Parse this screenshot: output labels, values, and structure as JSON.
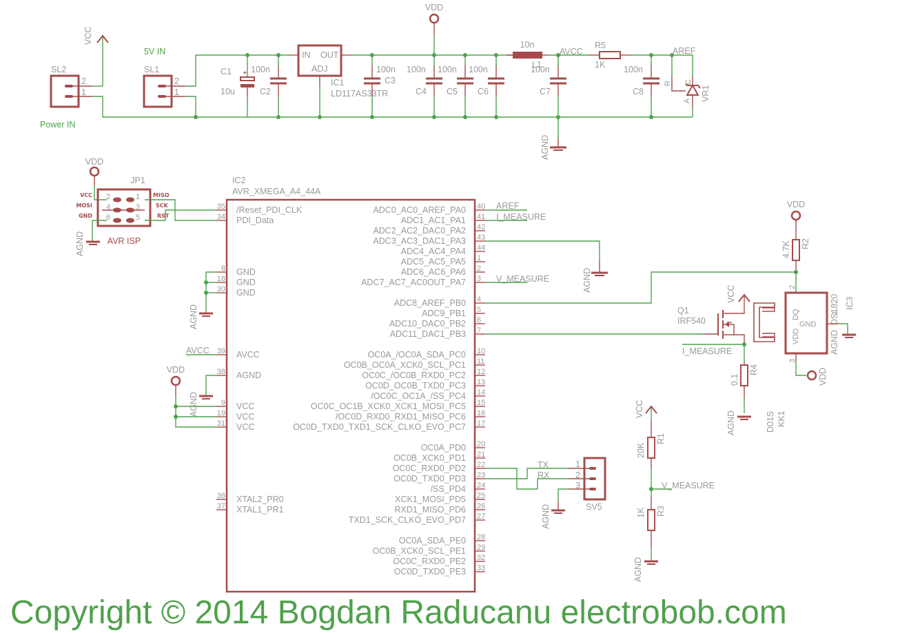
{
  "schematic": {
    "copyright": "Copyright © 2014 Bogdan Raducanu electrobob.com",
    "colors": {
      "wire": "#4ea24a",
      "part": "#a54b4b",
      "text": "#999999",
      "label_green": "#4ea24a"
    },
    "power_section": {
      "sl2": {
        "name": "SL2",
        "pins": [
          "2",
          "1"
        ],
        "caption": "Power IN"
      },
      "sl1": {
        "name": "SL1",
        "pins": [
          "2",
          "1"
        ],
        "caption": "5V IN"
      },
      "vcc_label": "VCC",
      "vdd_label": "VDD",
      "c1": {
        "name": "C1",
        "value": "10u"
      },
      "c2": {
        "name": "C2",
        "value": "100n"
      },
      "ic1": {
        "name": "IC1",
        "value": "LD117AS33TR",
        "pin_in": "IN",
        "pin_out": "OUT",
        "pin_adj": "ADJ"
      },
      "c3": {
        "name": "C3",
        "value": "100n"
      },
      "c4": {
        "name": "C4",
        "value": "100n"
      },
      "c5": {
        "name": "C5",
        "value": "100n"
      },
      "c6": {
        "name": "C6",
        "value": "100n"
      },
      "l1": {
        "name": "L1",
        "value": "10n"
      },
      "c7": {
        "name": "C7",
        "value": "100n"
      },
      "avcc_label": "AVCC",
      "r5": {
        "name": "R5",
        "value": "1K"
      },
      "c8": {
        "name": "C8",
        "value": "100n"
      },
      "aref_label": "AREF",
      "vr1": {
        "name": "VR1",
        "pin_r": "R",
        "pin_c": "C",
        "pin_a": "A"
      },
      "agnd_label": "AGND"
    },
    "isp": {
      "name": "JP1",
      "caption": "AVR ISP",
      "vdd": "VDD",
      "agnd": "AGND",
      "left_labels": [
        "VCC",
        "MOSI",
        "GND"
      ],
      "right_labels": [
        "MISO",
        "SCK",
        "RST"
      ],
      "left_pins": [
        "2",
        "4",
        "6"
      ],
      "right_pins": [
        "1",
        "3",
        "5"
      ]
    },
    "ic2": {
      "name": "IC2",
      "value": "AVR_XMEGA_A4_44A",
      "left_pins": [
        {
          "num": "35",
          "label": "/Reset_PDI_CLK"
        },
        {
          "num": "34",
          "label": "PDI_Data"
        },
        {
          "num": "8",
          "label": "GND"
        },
        {
          "num": "18",
          "label": "GND"
        },
        {
          "num": "30",
          "label": "GND"
        },
        {
          "num": "39",
          "label": "AVCC"
        },
        {
          "num": "38",
          "label": "AGND"
        },
        {
          "num": "9",
          "label": "VCC"
        },
        {
          "num": "19",
          "label": "VCC"
        },
        {
          "num": "31",
          "label": "VCC"
        },
        {
          "num": "36",
          "label": "XTAL2_PR0"
        },
        {
          "num": "37",
          "label": "XTAL1_PR1"
        }
      ],
      "right_pins": [
        {
          "num": "40",
          "label": "ADC0_AC0_AREF_PA0"
        },
        {
          "num": "41",
          "label": "ADC1_AC1_PA1"
        },
        {
          "num": "42",
          "label": "ADC2_AC2_DAC0_PA2"
        },
        {
          "num": "43",
          "label": "ADC3_AC3_DAC1_PA3"
        },
        {
          "num": "44",
          "label": "ADC4_AC4_PA4"
        },
        {
          "num": "1",
          "label": "ADC5_AC5_PA5"
        },
        {
          "num": "2",
          "label": "ADC6_AC6_PA6"
        },
        {
          "num": "3",
          "label": "ADC7_AC7_AC0OUT_PA7"
        },
        {
          "num": "4",
          "label": "ADC8_AREF_PB0"
        },
        {
          "num": "5",
          "label": "ADC9_PB1"
        },
        {
          "num": "6",
          "label": "ADC10_DAC0_PB2"
        },
        {
          "num": "7",
          "label": "ADC11_DAC1_PB3"
        },
        {
          "num": "10",
          "label": "OC0A_/OC0A_SDA_PC0"
        },
        {
          "num": "11",
          "label": "OC0B_OC0A_XCK0_SCL_PC1"
        },
        {
          "num": "12",
          "label": "OC0C_/OC0B_RXD0_PC2"
        },
        {
          "num": "13",
          "label": "OC0D_OC0B_TXD0_PC3"
        },
        {
          "num": "14",
          "label": "/OC0C_OC1A_/SS_PC4"
        },
        {
          "num": "15",
          "label": "OC0C_OC1B_XCK0_XCK1_MOSI_PC5"
        },
        {
          "num": "16",
          "label": "/OC0D_RXD0_RXD1_MISO_PC6"
        },
        {
          "num": "17",
          "label": "OC0D_TXD0_TXD1_SCK_CLKO_EVO_PC7"
        },
        {
          "num": "20",
          "label": "OC0A_PD0"
        },
        {
          "num": "21",
          "label": "OC0B_XCK0_PD1"
        },
        {
          "num": "22",
          "label": "OC0C_RXD0_PD2"
        },
        {
          "num": "23",
          "label": "OC0D_TXD0_PD3"
        },
        {
          "num": "24",
          "label": "/SS_PD4"
        },
        {
          "num": "25",
          "label": "XCK1_MOSI_PD5"
        },
        {
          "num": "26",
          "label": "RXD1_MISO_PD6"
        },
        {
          "num": "27",
          "label": "TXD1_SCK_CLKO_EVO_PD7"
        },
        {
          "num": "28",
          "label": "OC0A_SDA_PE0"
        },
        {
          "num": "29",
          "label": "OC0B_XCK0_SCL_PE1"
        },
        {
          "num": "32",
          "label": "OC0C_RXD0_PE2"
        },
        {
          "num": "33",
          "label": "OC0D_TXD0_PE3"
        }
      ],
      "net_labels": {
        "aref": "AREF",
        "i_measure": "I_MEASURE",
        "v_measure": "V_MEASURE",
        "avcc": "AVCC",
        "vdd": "VDD",
        "agnd": "AGND"
      }
    },
    "sensor": {
      "vdd": "VDD",
      "r2": {
        "name": "R2",
        "value": "4.7K"
      },
      "ic3": {
        "name": "IC3",
        "value": "DS1820",
        "pin_dq": "DQ",
        "pin_gnd": "GND",
        "pin_vdd": "VDD",
        "pins": [
          "2",
          "1",
          "3"
        ]
      },
      "agnd": "AGND",
      "vdd_bottom": "VDD"
    },
    "mosfet": {
      "q1": {
        "name": "Q1",
        "value": "IRF540"
      },
      "vcc": "VCC",
      "i_measure": "I_MEASURE",
      "r4": {
        "name": "R4",
        "value": "0.1"
      },
      "agnd": "AGND",
      "kk1": {
        "name": "KK1",
        "value": "D01S"
      }
    },
    "serial": {
      "sv5": {
        "name": "SV5",
        "pins": [
          "1",
          "2",
          "3"
        ]
      },
      "tx": "TX",
      "rx": "RX",
      "agnd": "AGND"
    },
    "divider": {
      "vcc": "VCC",
      "r1": {
        "name": "R1",
        "value": "20K"
      },
      "v_measure": "V_MEASURE",
      "r3": {
        "name": "R3",
        "value": "1K"
      },
      "agnd": "AGND"
    }
  }
}
